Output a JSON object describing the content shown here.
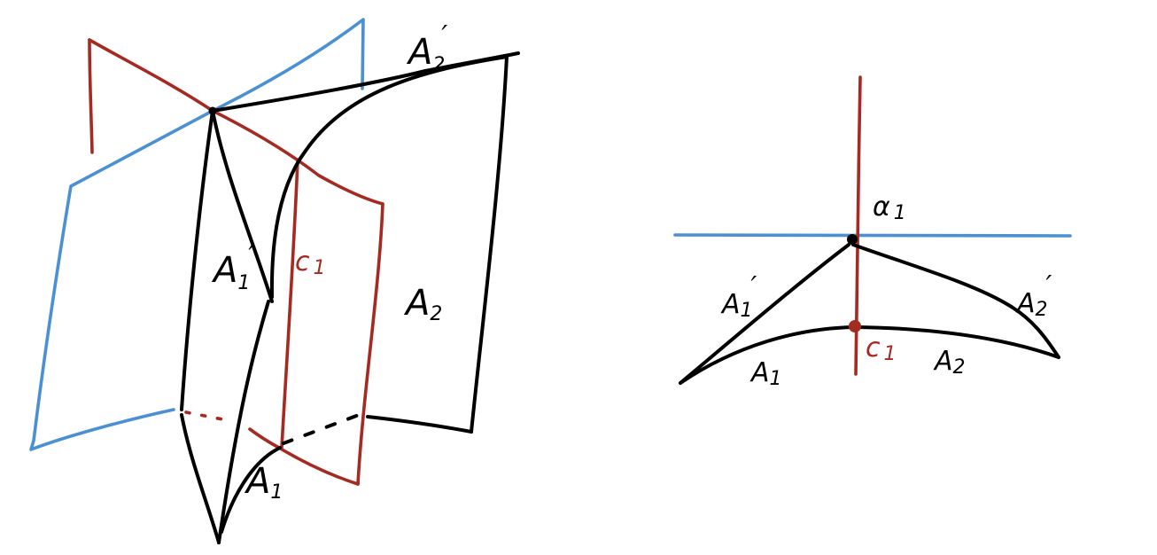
{
  "colors": {
    "ink": "#000000",
    "red": "#a52a22",
    "blue": "#4a90d2",
    "background": "#ffffff"
  },
  "left_figure": {
    "labels": {
      "a2_prime": {
        "base": "A",
        "sub": "2",
        "prime": "′"
      },
      "a1_prime": {
        "base": "A",
        "sub": "1",
        "prime": "′"
      },
      "a2": {
        "base": "A",
        "sub": "2"
      },
      "a1": {
        "base": "A",
        "sub": "1"
      },
      "c1": {
        "base": "c",
        "sub": "1"
      }
    }
  },
  "right_figure": {
    "labels": {
      "alpha1": {
        "base": "α",
        "sub": "1"
      },
      "a1_prime": {
        "base": "A",
        "sub": "1",
        "prime": "′"
      },
      "a2_prime": {
        "base": "A",
        "sub": "2",
        "prime": "′"
      },
      "a1": {
        "base": "A",
        "sub": "1"
      },
      "a2": {
        "base": "A",
        "sub": "2"
      },
      "c1": {
        "base": "c",
        "sub": "1"
      }
    }
  }
}
